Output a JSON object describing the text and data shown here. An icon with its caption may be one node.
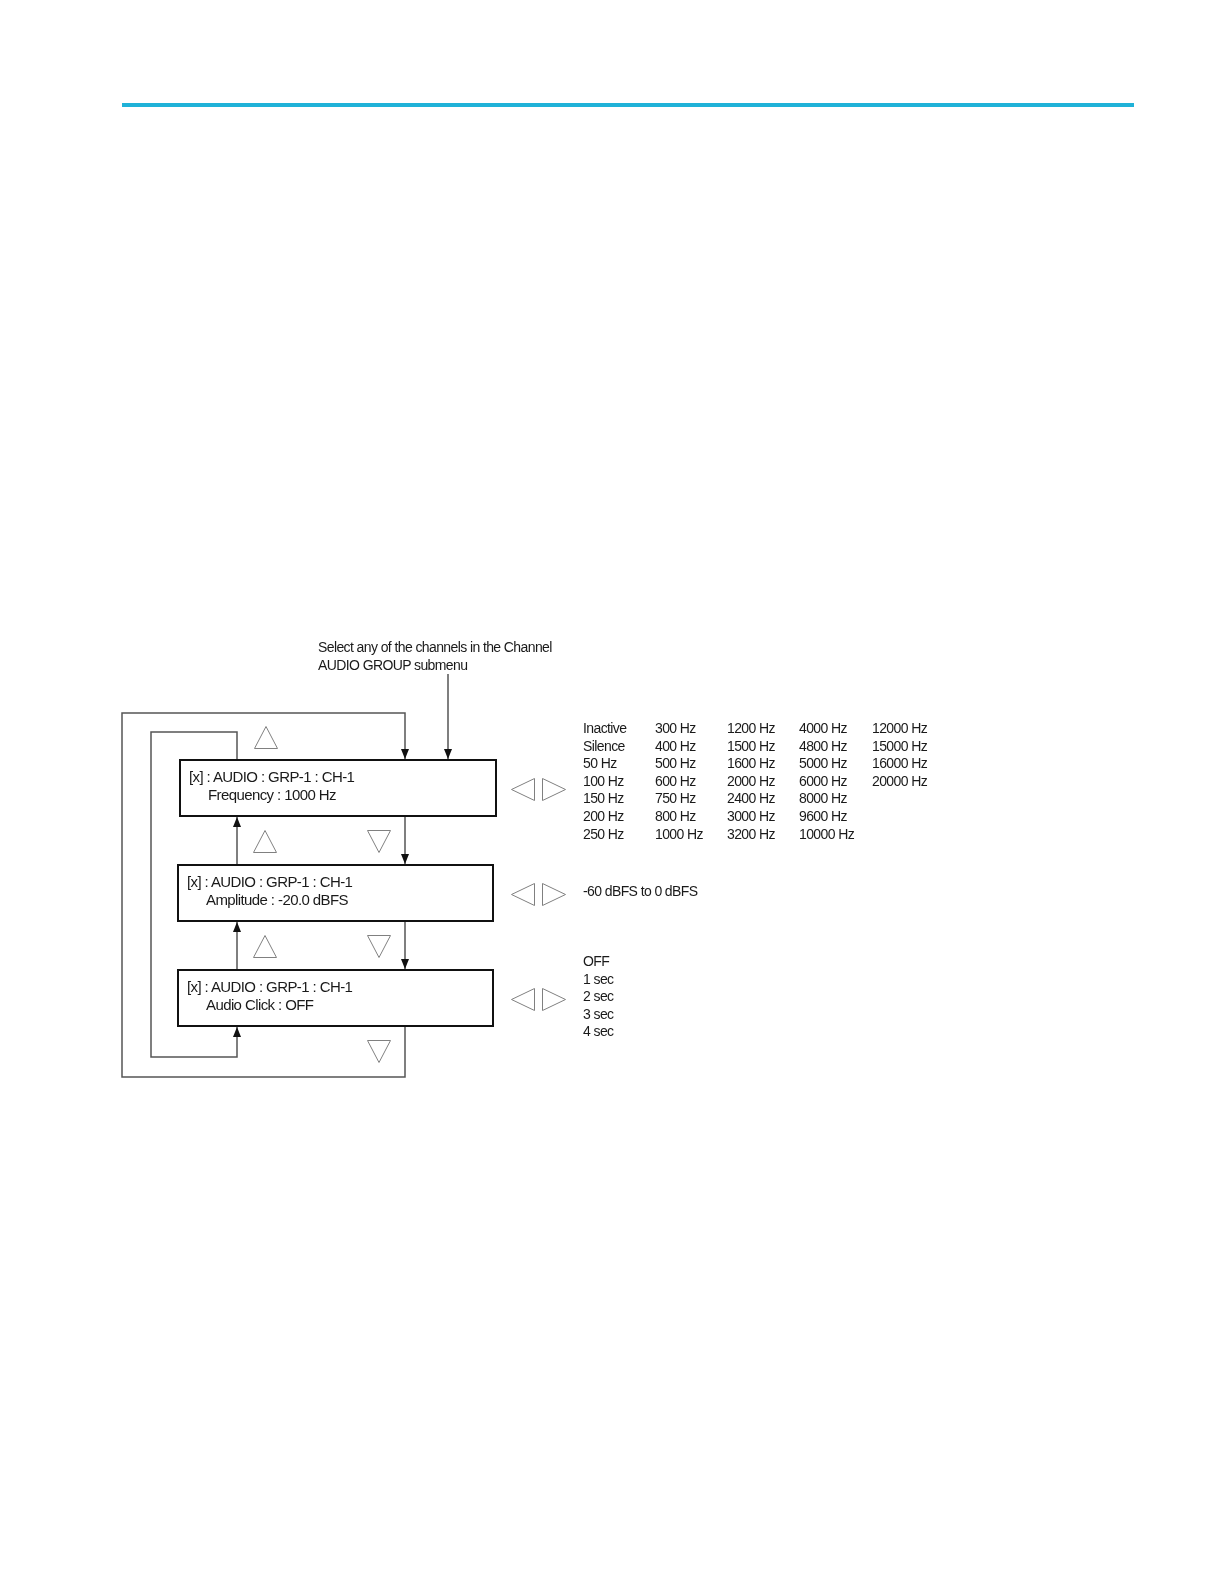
{
  "diagram": {
    "nodes": [
      {
        "text": [
          "Select any of the channels in the Channel AUDIO GROUP submenu"
        ]
      },
      {
        "text": [
          "[x] : AUDIO : GRP-1 : CH-1",
          "Frequency : 1000 Hz"
        ]
      },
      {
        "text": [
          "[x] : AUDIO : GRP-1 : CH-1",
          "Amplitude : -20.0 dBFS"
        ]
      },
      {
        "text": [
          "[x] : AUDIO : GRP-1 : CH-1",
          "Audio Click : OFF"
        ]
      }
    ],
    "edges": [
      {
        "from": 0,
        "to": 1,
        "arrow": "to"
      },
      {
        "from": 1,
        "to": 2,
        "arrow": "to"
      },
      {
        "from": 2,
        "to": 3,
        "arrow": "to"
      },
      {
        "from": 3,
        "to": 1,
        "arrow": "to"
      },
      {
        "from": 2,
        "to": 1,
        "arrow": "to"
      },
      {
        "from": 3,
        "to": 2,
        "arrow": "to"
      },
      {
        "from": 1,
        "to": 3,
        "arrow": "to"
      }
    ],
    "labels": [
      "Inactive",
      "300 Hz",
      "1200 Hz",
      "4000 Hz",
      "12000 Hz",
      "Silence",
      "400 Hz",
      "1500 Hz",
      "4800 Hz",
      "15000 Hz",
      "50 Hz",
      "500 Hz",
      "1600 Hz",
      "5000 Hz",
      "16000 Hz",
      "100 Hz",
      "600 Hz",
      "2000 Hz",
      "6000 Hz",
      "20000 Hz",
      "150 Hz",
      "750 Hz",
      "2400 Hz",
      "8000 Hz",
      "200 Hz",
      "800 Hz",
      "3000 Hz",
      "9600 Hz",
      "250 Hz",
      "1000 Hz",
      "3200 Hz",
      "10000 Hz",
      "-60 dBFS to 0 dBFS",
      "OFF",
      "1 sec",
      "2 sec",
      "3 sec",
      "4 sec"
    ]
  }
}
